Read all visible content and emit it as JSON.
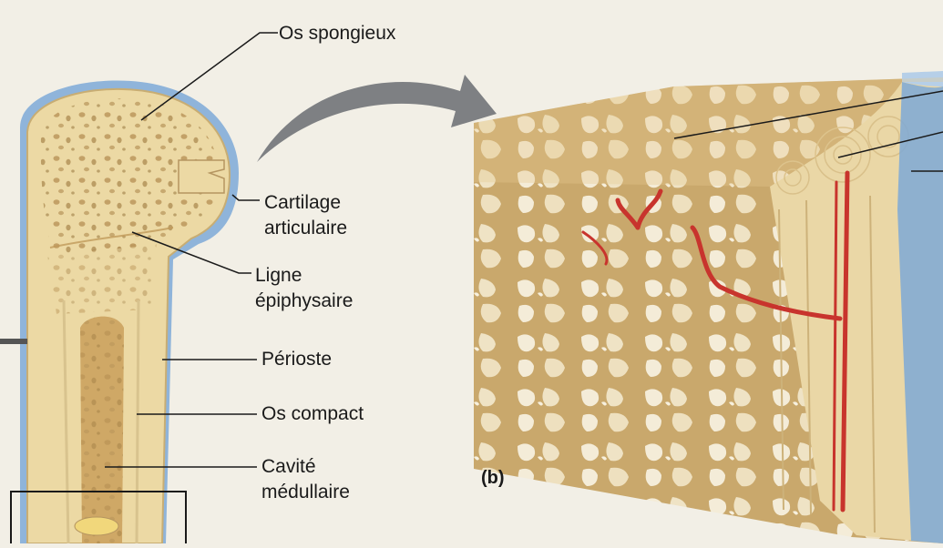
{
  "labels": {
    "os_spongieux": "Os spongieux",
    "cartilage": [
      "Cartilage",
      "articulaire"
    ],
    "ligne": [
      "Ligne",
      "épiphysaire"
    ],
    "perioste": "Périoste",
    "os_compact": "Os compact",
    "cavite": [
      "Cavité",
      "médullaire"
    ],
    "panel_b": "(b)"
  },
  "colors": {
    "background": "#f2efe6",
    "bone": "#ecd9a4",
    "bone_shadow": "#c8ad73",
    "spongy_bone": "#d8bb7e",
    "cartilage": "#8fb4da",
    "periosteum_blue": "#7ea9d6",
    "vessel": "#c8342d",
    "arrow": "#7e8083",
    "leader": "#1a1a1a"
  }
}
